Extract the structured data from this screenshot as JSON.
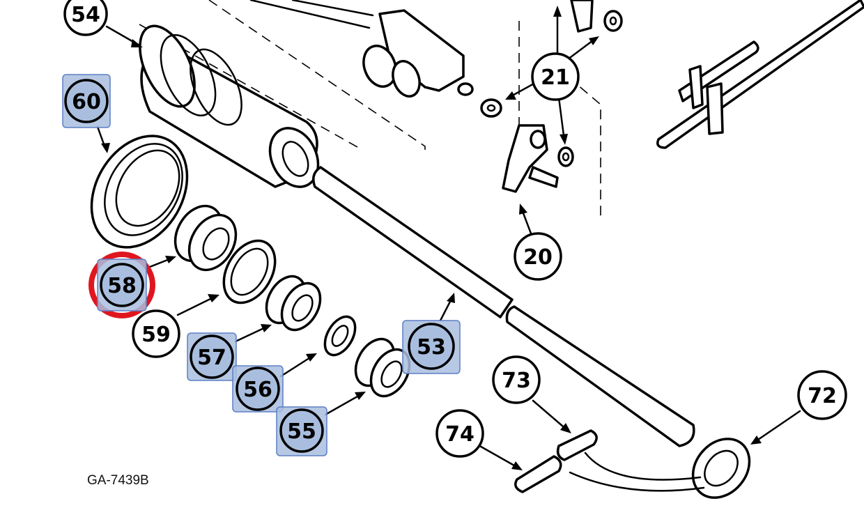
{
  "figure_code": "GA-7439B",
  "highlight_color": "#a9bede",
  "highlight_border": "#5d7fc6",
  "selection_ring_color": "#e0161e",
  "callouts": [
    {
      "id": "c54",
      "label": "54",
      "highlighted": false,
      "selected": false
    },
    {
      "id": "c60",
      "label": "60",
      "highlighted": true,
      "selected": false
    },
    {
      "id": "c58",
      "label": "58",
      "highlighted": true,
      "selected": true
    },
    {
      "id": "c59",
      "label": "59",
      "highlighted": false,
      "selected": false
    },
    {
      "id": "c57",
      "label": "57",
      "highlighted": true,
      "selected": false
    },
    {
      "id": "c56",
      "label": "56",
      "highlighted": true,
      "selected": false
    },
    {
      "id": "c55",
      "label": "55",
      "highlighted": true,
      "selected": false
    },
    {
      "id": "c53",
      "label": "53",
      "highlighted": true,
      "selected": false
    },
    {
      "id": "c21",
      "label": "21",
      "highlighted": false,
      "selected": false
    },
    {
      "id": "c20",
      "label": "20",
      "highlighted": false,
      "selected": false
    },
    {
      "id": "c73",
      "label": "73",
      "highlighted": false,
      "selected": false
    },
    {
      "id": "c74",
      "label": "74",
      "highlighted": false,
      "selected": false
    },
    {
      "id": "c72",
      "label": "72",
      "highlighted": false,
      "selected": false
    }
  ]
}
